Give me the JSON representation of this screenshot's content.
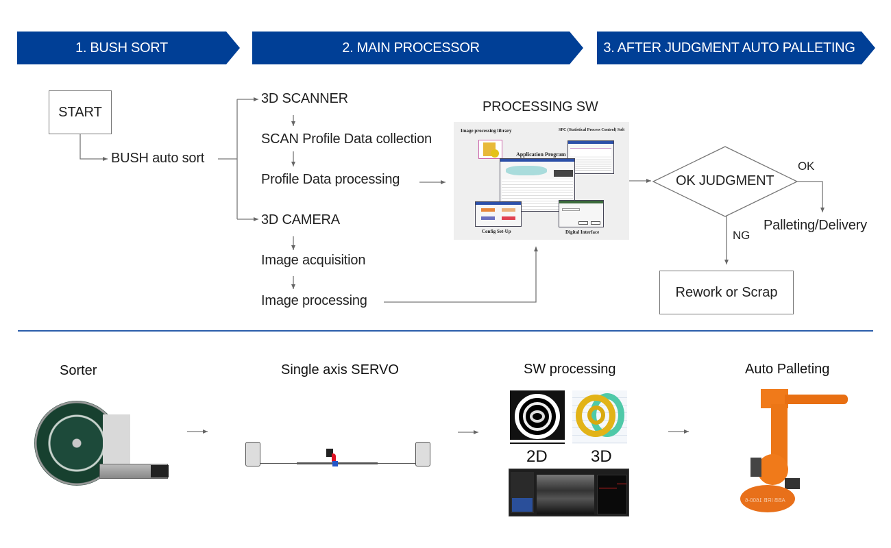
{
  "stages": [
    {
      "label": "1. BUSH SORT"
    },
    {
      "label": "2. MAIN PROCESSOR"
    },
    {
      "label": "3. AFTER JUDGMENT AUTO PALLETING"
    }
  ],
  "flow": {
    "start": "START",
    "bush_sort": "BUSH auto sort",
    "scanner_branch": [
      "3D SCANNER",
      "SCAN Profile Data collection",
      "Profile Data processing"
    ],
    "camera_branch": [
      "3D CAMERA",
      "Image acquisition",
      "Image processing"
    ],
    "processing_sw": {
      "title": "PROCESSING SW",
      "labels": {
        "library": "Image processing library",
        "spc": "SPC (Statistical Process Control) Soft",
        "app": "Application Program",
        "config": "Config Set-Up",
        "digital": "Digital Interface"
      }
    },
    "judgment": "OK JUDGMENT",
    "ok_label": "OK",
    "ng_label": "NG",
    "ok_result": "Palleting/Delivery",
    "ng_result": "Rework or Scrap"
  },
  "equipment": [
    {
      "label": "Sorter"
    },
    {
      "label": "Single axis SERVO"
    },
    {
      "label": "SW processing",
      "sub": [
        "2D",
        "3D"
      ]
    },
    {
      "label": "Auto Palleting"
    }
  ],
  "robot_marking": "ABB IRB 1600-6",
  "colors": {
    "banner": "#003f96",
    "divider": "#2a5caa",
    "line": "#777777",
    "robot": "#f07a1a",
    "sorter": "#1d4a3a"
  }
}
